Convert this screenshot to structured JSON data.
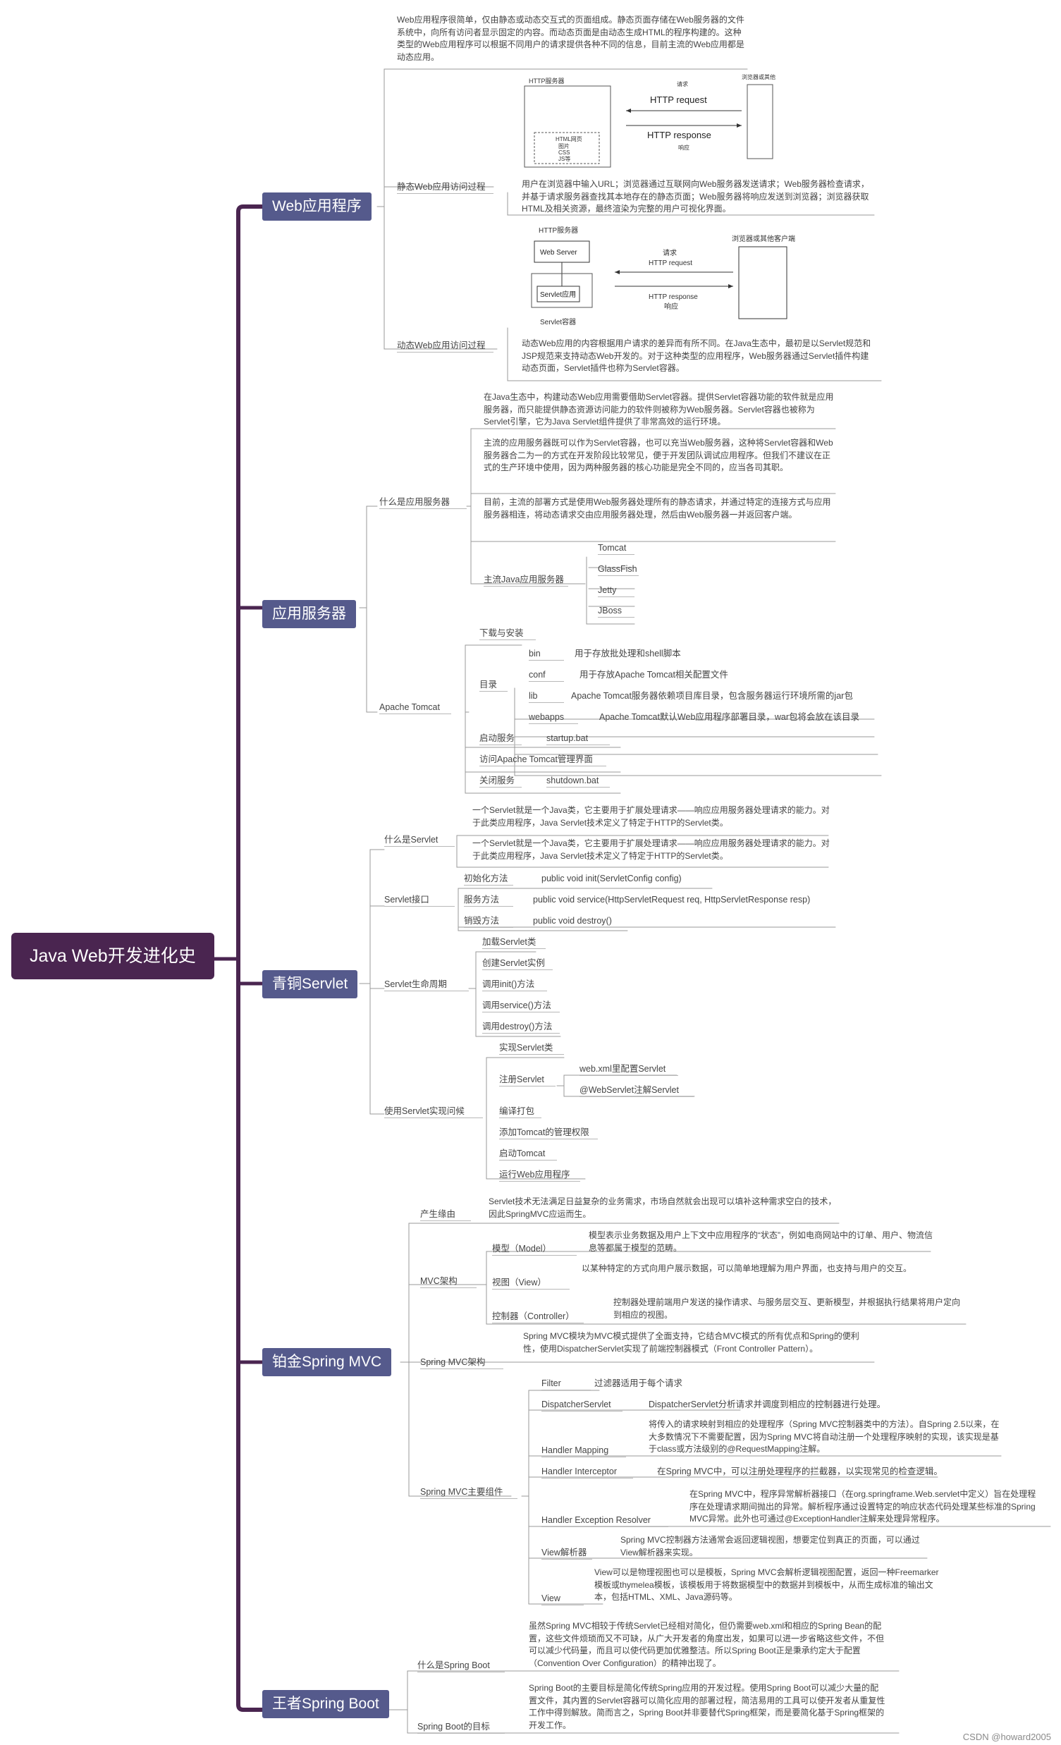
{
  "root": "Java Web开发进化史",
  "web": {
    "title": "Web应用程序",
    "intro": "Web应用程序很简单，仅由静态或动态交互式的页面组成。静态页面存储在Web服务器的文件系统中，向所有访问者显示固定的内容。而动态页面是由动态生成HTML的程序构建的。这种类型的Web应用程序可以根据不同用户的请求提供各种不同的信息，目前主流的Web应用都是动态应用。",
    "static_label": "静态Web应用访问过程",
    "static_desc": "用户在浏览器中输入URL；浏览器通过互联网向Web服务器发送请求；Web服务器检查请求，并基于请求服务器查找其本地存在的静态页面；Web服务器将响应发送到浏览器；浏览器获取HTML及相关资源，最终渲染为完整的用户可视化界面。",
    "dynamic_label": "动态Web应用访问过程",
    "dynamic_desc": "动态Web应用的内容根据用户请求的差异而有所不同。在Java生态中，最初是以Servlet规范和JSP规范来支持动态Web开发的。对于这种类型的应用程序，Web服务器通过Servlet插件构建动态页面，Servlet插件也称为Servlet容器。",
    "diagram1": {
      "server": "HTTP服务器",
      "client": "浏览器或其他客户端",
      "request_cn": "请求",
      "request": "HTTP request",
      "response": "HTTP response",
      "response_cn": "响应",
      "files": [
        "HTML网页",
        "图片",
        "CSS",
        "JS等"
      ]
    },
    "diagram2": {
      "server": "HTTP服务器",
      "webserver": "Web Server",
      "servlet": "Servlet应用",
      "container": "Servlet容器",
      "client": "浏览器或其他客户端",
      "request_cn": "请求",
      "request": "HTTP request",
      "response": "HTTP response",
      "response_cn": "响应"
    }
  },
  "appserver": {
    "title": "应用服务器",
    "what_label": "什么是应用服务器",
    "p1": "在Java生态中，构建动态Web应用需要借助Servlet容器。提供Servlet容器功能的软件就是应用服务器，而只能提供静态资源访问能力的软件则被称为Web服务器。Servlet容器也被称为Servlet引擎，它为Java Servlet组件提供了非常高效的运行环境。",
    "p2": "主流的应用服务器既可以作为Servlet容器，也可以充当Web服务器，这种将Servlet容器和Web服务器合二为一的方式在开发阶段比较常见，便于开发团队调试应用程序。但我们不建议在正式的生产环境中使用，因为两种服务器的核心功能是完全不同的，应当各司其职。",
    "p3": "目前，主流的部署方式是使用Web服务器处理所有的静态请求，并通过特定的连接方式与应用服务器相连，将动态请求交由应用服务器处理，然后由Web服务器一并返回客户端。",
    "mainstream_label": "主流Java应用服务器",
    "servers": [
      "Tomcat",
      "GlassFish",
      "Jetty",
      "JBoss"
    ],
    "tomcat": {
      "label": "Apache Tomcat",
      "download": "下载与安装",
      "dir_label": "目录",
      "dirs": [
        {
          "name": "bin",
          "desc": "用于存放批处理和shell脚本"
        },
        {
          "name": "conf",
          "desc": "用于存放Apache Tomcat相关配置文件"
        },
        {
          "name": "lib",
          "desc": "Apache Tomcat服务器依赖项目库目录，包含服务器运行环境所需的jar包"
        },
        {
          "name": "webapps",
          "desc": "Apache Tomcat默认Web应用程序部署目录，war包将会放在该目录"
        }
      ],
      "start_label": "启动服务",
      "start_cmd": "startup.bat",
      "manage": "访问Apache Tomcat管理界面",
      "stop_label": "关闭服务",
      "stop_cmd": "shutdown.bat"
    }
  },
  "servlet": {
    "title": "青铜Servlet",
    "what_label": "什么是Servlet",
    "what_desc": "一个Servlet就是一个Java类，它主要用于扩展处理请求——响应应用服务器处理请求的能力。对于此类应用程序，Java Servlet技术定义了特定于HTTP的Servlet类。",
    "iface_label": "Servlet接口",
    "methods": [
      {
        "name": "初始化方法",
        "sig": "public void init(ServletConfig config)"
      },
      {
        "name": "服务方法",
        "sig": "public void service(HttpServletRequest req, HttpServletResponse resp)"
      },
      {
        "name": "销毁方法",
        "sig": "public void destroy()"
      }
    ],
    "lifecycle_label": "Servlet生命周期",
    "lifecycle": [
      "加载Servlet类",
      "创建Servlet实例",
      "调用init()方法",
      "调用service()方法",
      "调用destroy()方法"
    ],
    "impl_label": "使用Servlet实现问候",
    "impl_first": "实现Servlet类",
    "register_label": "注册Servlet",
    "register": [
      "web.xml里配置Servlet",
      "@WebServlet注解Servlet"
    ],
    "impl_rest": [
      "编译打包",
      "添加Tomcat的管理权限",
      "启动Tomcat",
      "运行Web应用程序"
    ]
  },
  "mvc": {
    "title": "铂金Spring MVC",
    "bg_label": "产生缘由",
    "bg_desc": "Servlet技术无法满足日益复杂的业务需求，市场自然就会出现可以填补这种需求空白的技术，因此SpringMVC应运而生。",
    "arch_label": "MVC架构",
    "arch": [
      {
        "name": "模型（Model）",
        "desc": "模型表示业务数据及用户上下文中应用程序的“状态”，例如电商网站中的订单、用户、物流信息等都属于模型的范畴。"
      },
      {
        "name": "视图（View）",
        "desc": "以某种特定的方式向用户展示数据，可以简单地理解为用户界面，也支持与用户的交互。"
      },
      {
        "name": "控制器（Controller）",
        "desc": "控制器处理前端用户发送的操作请求、与服务层交互、更新模型，并根据执行结果将用户定向到相应的视图。"
      }
    ],
    "smvc_label": "Spring MVC架构",
    "smvc_desc": "Spring MVC模块为MVC模式提供了全面支持，它结合MVC模式的所有优点和Spring的便利性，使用DispatcherServlet实现了前端控制器模式（Front Controller Pattern）。",
    "comp_label": "Spring MVC主要组件",
    "components": [
      {
        "name": "Filter",
        "desc": "过滤器适用于每个请求"
      },
      {
        "name": "DispatcherServlet",
        "desc": "DispatcherServlet分析请求并调度到相应的控制器进行处理。"
      },
      {
        "name": "Handler Mapping",
        "desc": "将传入的请求映射到相应的处理程序（Spring MVC控制器类中的方法）。自Spring 2.5以来，在大多数情况下不需要配置，因为Spring MVC将自动注册一个处理程序映射的实现，该实现是基于class或方法级别的@RequestMapping注解。"
      },
      {
        "name": "Handler Interceptor",
        "desc": "在Spring MVC中，可以注册处理程序的拦截器，以实现常见的检查逻辑。"
      },
      {
        "name": "Handler Exception Resolver",
        "desc": "在Spring MVC中，程序异常解析器接口（在org.springframe.Web.servlet中定义）旨在处理程序在处理请求期间抛出的异常。解析程序通过设置特定的响应状态代码处理某些标准的Spring MVC异常。此外也可通过@ExceptionHandler注解来处理异常程序。"
      },
      {
        "name": "View解析器",
        "desc": "Spring MVC控制器方法通常会返回逻辑视图，想要定位到真正的页面，可以通过View解析器来实现。"
      },
      {
        "name": "View",
        "desc": "View可以是物理视图也可以是模板，Spring MVC会解析逻辑视图配置，返回一种Freemarker模板或thymelea模板，该模板用于将数据模型中的数据并到模板中，从而生成标准的输出文本，包括HTML、XML、Java源码等。"
      }
    ]
  },
  "boot": {
    "title": "王者Spring Boot",
    "why_label": "什么是Spring Boot",
    "why_desc": "虽然Spring MVC相较于传统Servlet已经相对简化，但仍需要web.xml和相应的Spring Bean的配置，这些文件烦琐而又不可缺，从广大开发者的角度出发，如果可以进一步省略这些文件，不但可以减少代码量，而且可以使代码更加优雅整洁。所以Spring Boot正是秉承约定大于配置（Convention Over Configuration）的精神出现了。",
    "goal_label": "Spring Boot的目标",
    "goal_desc": "Spring Boot的主要目标是简化传统Spring应用的开发过程。使用Spring Boot可以减少大量的配置文件，其内置的Servlet容器可以简化应用的部署过程，简洁易用的工具可以使开发者从重复性工作中得到解放。简而言之，Spring Boot并非要替代Spring框架，而是要简化基于Spring框架的开发工作。"
  },
  "watermark": "CSDN @howard2005",
  "colors": {
    "root": "#4a2550",
    "level1": "#555a8c",
    "trunk": "#4a2550",
    "branch": "#9aa"
  }
}
